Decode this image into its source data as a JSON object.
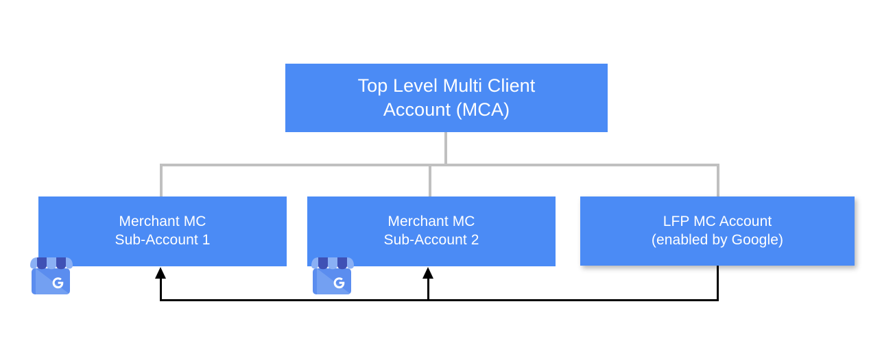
{
  "diagram": {
    "title": "Google Merchant Center account hierarchy with LFP",
    "colors": {
      "node_blue": "#4b8bf5",
      "node_text": "#ffffff",
      "tree_connector_gray": "#c0c0c0",
      "feedback_arrow_black": "#000000",
      "canvas_background": "#ffffff"
    },
    "nodes": [
      {
        "id": "top-mca",
        "name": "top-level-mca-node",
        "label": "Top Level Multi Client\nAccount (MCA)",
        "line_1": "Top Level Multi Client",
        "line_2": "Account (MCA)"
      },
      {
        "id": "merchant-1",
        "name": "merchant-sub-account-1-node",
        "label": "Merchant MC\nSub-Account 1",
        "line_1": "Merchant MC",
        "line_2": "Sub-Account 1"
      },
      {
        "id": "merchant-2",
        "name": "merchant-sub-account-2-node",
        "label": "Merchant MC\nSub-Account 2",
        "line_1": "Merchant MC",
        "line_2": "Sub-Account 2"
      },
      {
        "id": "lfp",
        "name": "lfp-mc-account-node",
        "label": "LFP MC Account\n(enabled by Google)",
        "line_1": "LFP MC Account",
        "line_2": "(enabled by Google)"
      }
    ],
    "icons": [
      {
        "id": "gbp-1",
        "name": "google-business-profile-storefront-icon",
        "attached_to": "merchant-sub-account-1-node"
      },
      {
        "id": "gbp-2",
        "name": "google-business-profile-storefront-icon",
        "attached_to": "merchant-sub-account-2-node"
      }
    ],
    "connectors": [
      {
        "id": "tree-trunk",
        "name": "tree-trunk-connector",
        "from": "top-mca",
        "to": "tree-bar",
        "style": "gray"
      },
      {
        "id": "tree-bar",
        "name": "tree-horizontal-bar",
        "style": "gray"
      },
      {
        "id": "tree-drop-1",
        "name": "tree-drop-connector-merchant-1",
        "to": "merchant-1",
        "style": "gray"
      },
      {
        "id": "tree-drop-2",
        "name": "tree-drop-connector-merchant-2",
        "to": "merchant-2",
        "style": "gray"
      },
      {
        "id": "tree-drop-3",
        "name": "tree-drop-connector-lfp",
        "to": "lfp",
        "style": "gray"
      },
      {
        "id": "feedback-lfp-to-merchants",
        "name": "lfp-to-merchants-feedback-arrow",
        "from": "lfp",
        "to": [
          "merchant-1",
          "merchant-2"
        ],
        "style": "black-arrow"
      }
    ]
  }
}
